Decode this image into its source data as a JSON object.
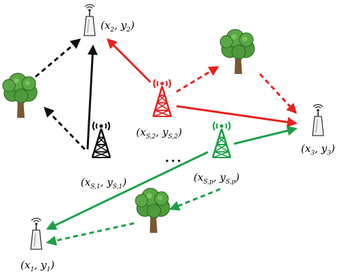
{
  "colors": {
    "black": "#111111",
    "red": "#e8201e",
    "green": "#1aa046",
    "tree_leaf": "#4f9a3c",
    "tree_leaf_dark": "#2f6e22",
    "trunk": "#7a5631"
  },
  "labels": {
    "ellipsis": "…",
    "rx1": {
      "open": "(",
      "x": "x",
      "xsub": "1",
      "comma": ", ",
      "y": "y",
      "ysub": "1",
      "close": ")"
    },
    "rx2": {
      "open": "(",
      "x": "x",
      "xsub": "2",
      "comma": ", ",
      "y": "y",
      "ysub": "2",
      "close": ")"
    },
    "rx3": {
      "open": "(",
      "x": "x",
      "xsub": "3",
      "comma": ", ",
      "y": "y",
      "ysub": "3",
      "close": ")"
    },
    "s1": {
      "open": "(",
      "x": "x",
      "xsub": "S,1",
      "comma": ", ",
      "y": "y",
      "ysub": "S,1",
      "close": ")"
    },
    "s2": {
      "open": "(",
      "x": "x",
      "xsub": "S,2",
      "comma": ", ",
      "y": "y",
      "ysub": "S,2",
      "close": ")"
    },
    "sp": {
      "open": "(",
      "x": "x",
      "xsub": "S,p",
      "comma": ", ",
      "y": "y",
      "ysub": "S,p",
      "close": ")"
    }
  },
  "icons": {
    "receiver": "receiver-antenna-icon",
    "tower": "transmitter-tower-icon",
    "tree": "tree-obstacle-icon"
  }
}
